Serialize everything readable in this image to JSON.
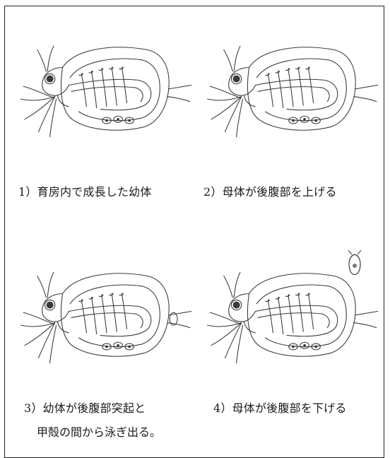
{
  "captions": {
    "step1": "1）育房内で成長した幼体",
    "step2": "2）母体が後腹部を上げる",
    "step3_line1": "3）幼体が後腹部突起と",
    "step3_line2": "甲殻の間から泳ぎ出る。",
    "step4": "4）母体が後腹部を下げる"
  },
  "colors": {
    "line": "#3a3a3a",
    "frame": "#222222",
    "background": "#ffffff"
  }
}
